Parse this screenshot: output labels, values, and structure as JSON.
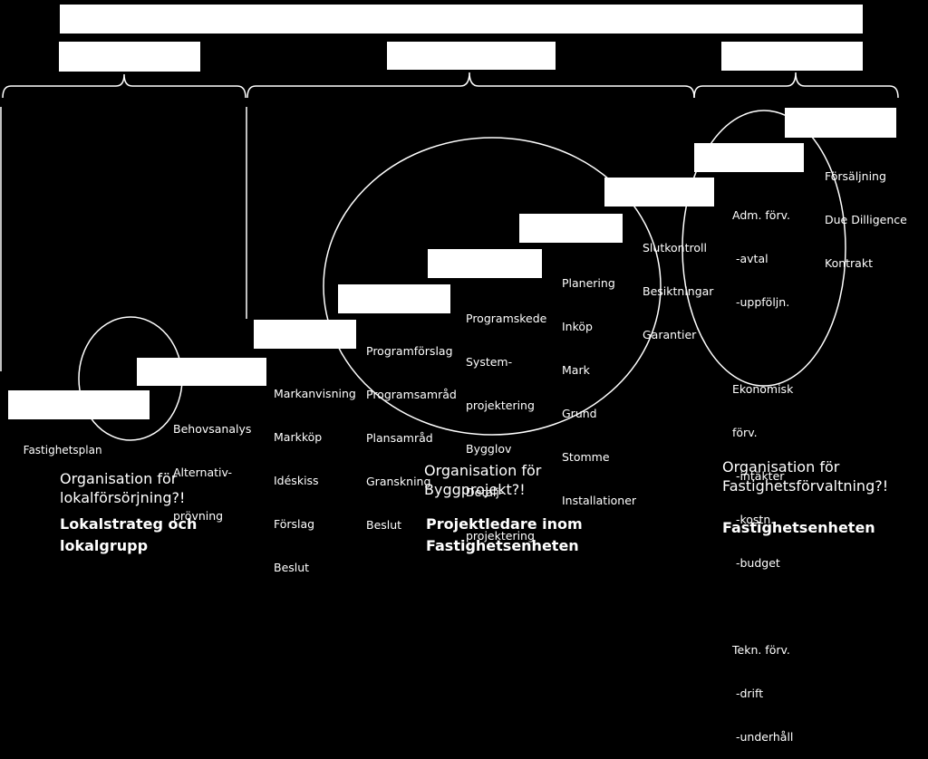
{
  "steps": [
    {
      "items": [
        "Fastighetsplan"
      ]
    },
    {
      "items": [
        "Behovsanalys",
        "Alternativ-",
        "prövning"
      ]
    },
    {
      "items": [
        "Markanvisning",
        "Markköp",
        "Idéskiss",
        "Förslag",
        "Beslut"
      ]
    },
    {
      "items": [
        "Programförslag",
        "Programsamråd",
        "Plansamråd",
        "Granskning",
        "Beslut"
      ]
    },
    {
      "items": [
        "Programskede",
        "System-",
        "projektering",
        "Bygglov",
        "Detalj-",
        "projektering"
      ]
    },
    {
      "items": [
        "Planering",
        "Inköp",
        "Mark",
        "Grund",
        "Stomme",
        "Installationer"
      ]
    },
    {
      "items": [
        "Slutkontroll",
        "Besiktningar",
        "Garantier"
      ]
    },
    {
      "items": [
        "Adm. förv.",
        " -avtal",
        " -uppföljn.",
        "",
        "Ekonomisk",
        "förv.",
        " -intäkter",
        " -kostn.",
        " -budget",
        "",
        "Tekn. förv.",
        " -drift",
        " -underhåll"
      ]
    },
    {
      "items": [
        "Försäljning",
        "Due Dilligence",
        "Kontrakt"
      ]
    }
  ],
  "organisations": [
    {
      "question": "Organisation för\nlokalförsörjning?!",
      "answer": "Lokalstrateg och\nlokalgrupp"
    },
    {
      "question": "Organisation för\nByggprojekt?!",
      "answer": "Projektledare inom\nFastighetsenheten"
    },
    {
      "question": "Organisation för\nFastighetsförvaltning?!",
      "answer": "Fastighetsenheten"
    }
  ]
}
